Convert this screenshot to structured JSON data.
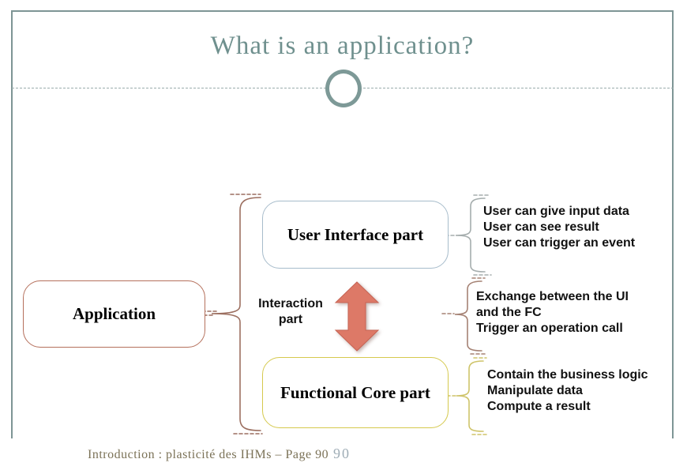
{
  "slide": {
    "title": "What is an application?",
    "footer": "Introduction : plasticité des IHMs  – Page 90",
    "slide_number": "90"
  },
  "diagram": {
    "application_box": {
      "label": "Application"
    },
    "ui_box": {
      "label": "User Interface part"
    },
    "fc_box": {
      "label": "Functional Core part"
    },
    "interaction_label": {
      "line1": "Interaction",
      "line2": "part"
    },
    "annotations": {
      "ui": {
        "lines": [
          "User can give input data",
          "User can see result",
          "User can trigger an event"
        ]
      },
      "interaction": {
        "lines": [
          "Exchange between the UI",
          "and the FC",
          "Trigger an operation call"
        ]
      },
      "fc": {
        "lines": [
          "Contain the business logic",
          "Manipulate data",
          "Compute a result"
        ]
      }
    }
  },
  "colors": {
    "title_color": "#6f908e",
    "border_color": "#7e9595",
    "dashed_line_color": "#9aacac",
    "ornament_color": "#7d9997",
    "ui_box_border": "#a7bccb",
    "app_box_border": "#b5705c",
    "fc_box_border": "#d5c94e",
    "arrow_fill": "#dd7967",
    "arrow_stroke": "#c66353",
    "brace_main": "#9c6f60",
    "brace_ui": "#a5adad",
    "brace_interaction": "#a58274",
    "brace_fc": "#cfc46a",
    "box_text_color": "#000000",
    "annotation_text_color": "#111111",
    "footer_color": "#7b7257",
    "slide_number_color": "#9fadb6"
  }
}
